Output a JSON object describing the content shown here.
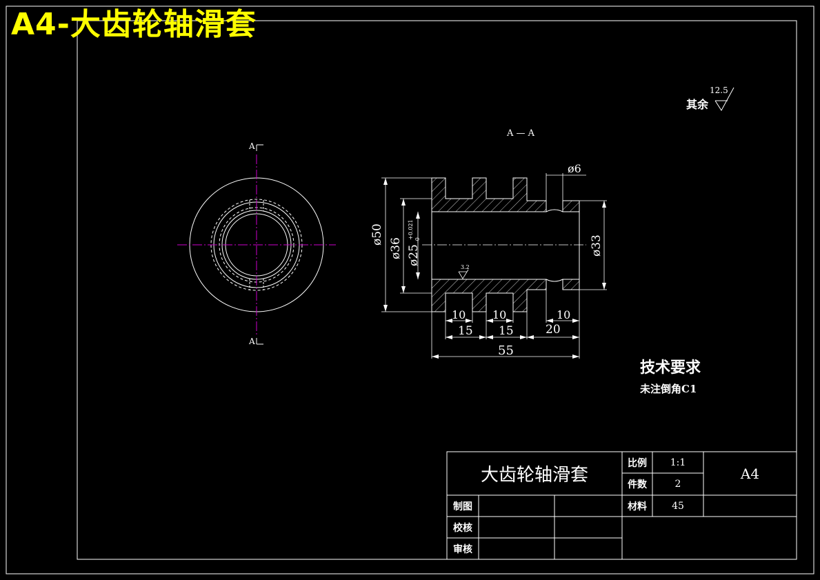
{
  "header_title": "A4-大齿轮轴滑套",
  "section_label": "A — A",
  "cut_marks": {
    "top": "A",
    "bottom": "A"
  },
  "surface_roughness": {
    "prefix": "其余",
    "value": "12.5",
    "inner_value": "3.2"
  },
  "dimensions": {
    "d6": "ø6",
    "d50": "ø50",
    "d36": "ø36",
    "d25": "ø25",
    "d25_tol_upper": "+0.021",
    "d25_tol_lower": "-0",
    "d33": "ø33",
    "w10_a": "10",
    "w10_b": "10",
    "w10_c": "10",
    "w15_a": "15",
    "w15_b": "15",
    "w20": "20",
    "w55": "55"
  },
  "tech_requirements": {
    "heading": "技术要求",
    "note": "未注倒角C1"
  },
  "title_block": {
    "part_name": "大齿轮轴滑套",
    "scale_label": "比例",
    "scale_value": "1:1",
    "quantity_label": "件数",
    "quantity_value": "2",
    "material_label": "材料",
    "material_value": "45",
    "sheet_size": "A4",
    "drawn_label": "制图",
    "checked_label": "校核",
    "approved_label": "审核"
  },
  "colors": {
    "background": "#000000",
    "lines": "#ffffff",
    "center_lines": "#cc00cc",
    "header_title": "#ffff00"
  }
}
